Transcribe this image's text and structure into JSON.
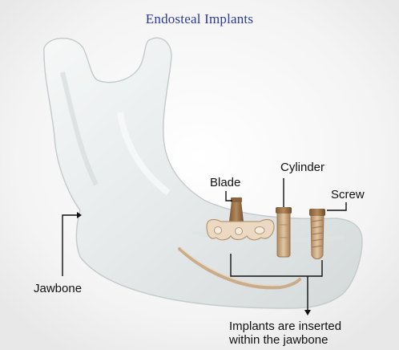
{
  "title": "Endosteal Implants",
  "labels": {
    "blade": "Blade",
    "cylinder": "Cylinder",
    "screw": "Screw",
    "jawbone": "Jawbone"
  },
  "caption": {
    "line1": "Implants are inserted",
    "line2": "within the jawbone"
  },
  "colors": {
    "title": "#2a3aa4",
    "bone": "#e9ecec",
    "implant": "#c9a883",
    "nerve": "#d2b99a"
  }
}
